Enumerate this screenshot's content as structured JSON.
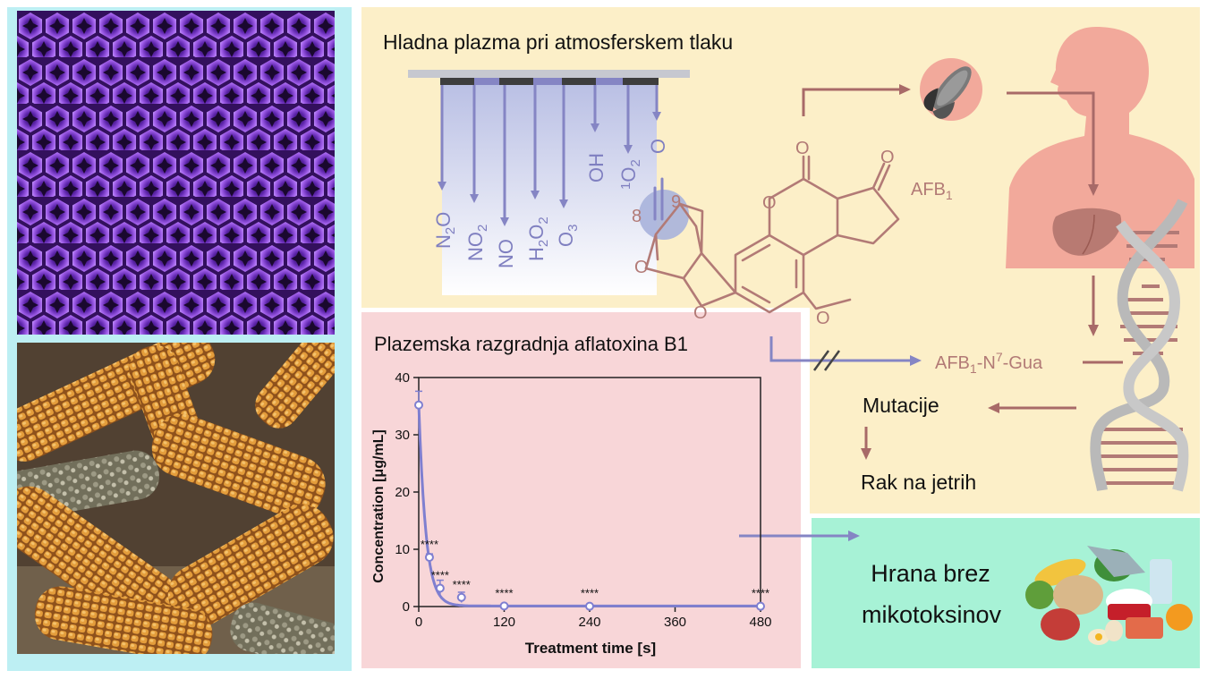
{
  "title_plasma": "Hladna plazma pri atmosferskem tlaku",
  "title_degradation": "Plazemska razgradnja aflatoxina B1",
  "species": [
    {
      "base": "N",
      "sub": "2",
      "tail": "O"
    },
    {
      "base": "NO",
      "sub": "2",
      "tail": ""
    },
    {
      "base": "NO",
      "sub": "",
      "tail": ""
    },
    {
      "base": "H",
      "sub": "2",
      "mid": "O",
      "sub2": "2"
    },
    {
      "base": "O",
      "sub": "3",
      "tail": ""
    },
    {
      "base": "OH",
      "sub": "",
      "tail": ""
    },
    {
      "sup": "1",
      "base": "O",
      "sub": "2",
      "tail": ""
    },
    {
      "base": "O",
      "sub": "",
      "tail": ""
    }
  ],
  "molecule": {
    "name_base": "AFB",
    "name_sub": "1",
    "pos8": "8",
    "pos9": "9",
    "atom_o": "O"
  },
  "adduct": {
    "pre": "AFB",
    "sub": "1",
    "mid": "-N",
    "sup": "7",
    "post": "-Gua"
  },
  "outcomes": {
    "mutations": "Mutacije",
    "cancer": "Rak na jetrih"
  },
  "food": {
    "line1": "Hrana brez",
    "line2": "mikotoksinov"
  },
  "colors": {
    "left_bg": "#bdeff3",
    "top_bg": "#fcefc8",
    "mid_bg": "#f8d6d8",
    "food_bg": "#a7f2d6",
    "molecule": "#b27a76",
    "arrow_blue": "#8585c4",
    "arrow_brown": "#a86a68",
    "body": "#f2a99b",
    "liver": "#b87a72"
  },
  "icons": {
    "corn": "corn-cob-icon",
    "human": "human-silhouette-icon",
    "liver": "liver-icon",
    "dna": "dna-helix-icon",
    "food": "food-assortment-icon"
  },
  "chart_data": {
    "type": "scatter",
    "xlabel": "Treatment time [s]",
    "ylabel": "Concentration [μg/mL]",
    "xlim": [
      0,
      480
    ],
    "ylim": [
      0,
      40
    ],
    "xticks": [
      "0",
      "120",
      "240",
      "360",
      "480"
    ],
    "yticks": [
      "0",
      "10",
      "20",
      "30",
      "40"
    ],
    "points": [
      {
        "x": 0,
        "y": 35.2,
        "err": 2.4,
        "sig": ""
      },
      {
        "x": 15,
        "y": 8.6,
        "err": 0.6,
        "sig": "****"
      },
      {
        "x": 30,
        "y": 3.2,
        "err": 1.4,
        "sig": "****"
      },
      {
        "x": 60,
        "y": 1.6,
        "err": 0.9,
        "sig": "****"
      },
      {
        "x": 120,
        "y": 0.1,
        "err": 0.1,
        "sig": "****"
      },
      {
        "x": 240,
        "y": 0.05,
        "err": 0.05,
        "sig": "****"
      },
      {
        "x": 480,
        "y": 0.05,
        "err": 0.05,
        "sig": "****"
      }
    ],
    "fit": {
      "type": "exponential-decay",
      "a": 35.2,
      "k": 0.1,
      "c": 0.1
    },
    "grid": false
  }
}
